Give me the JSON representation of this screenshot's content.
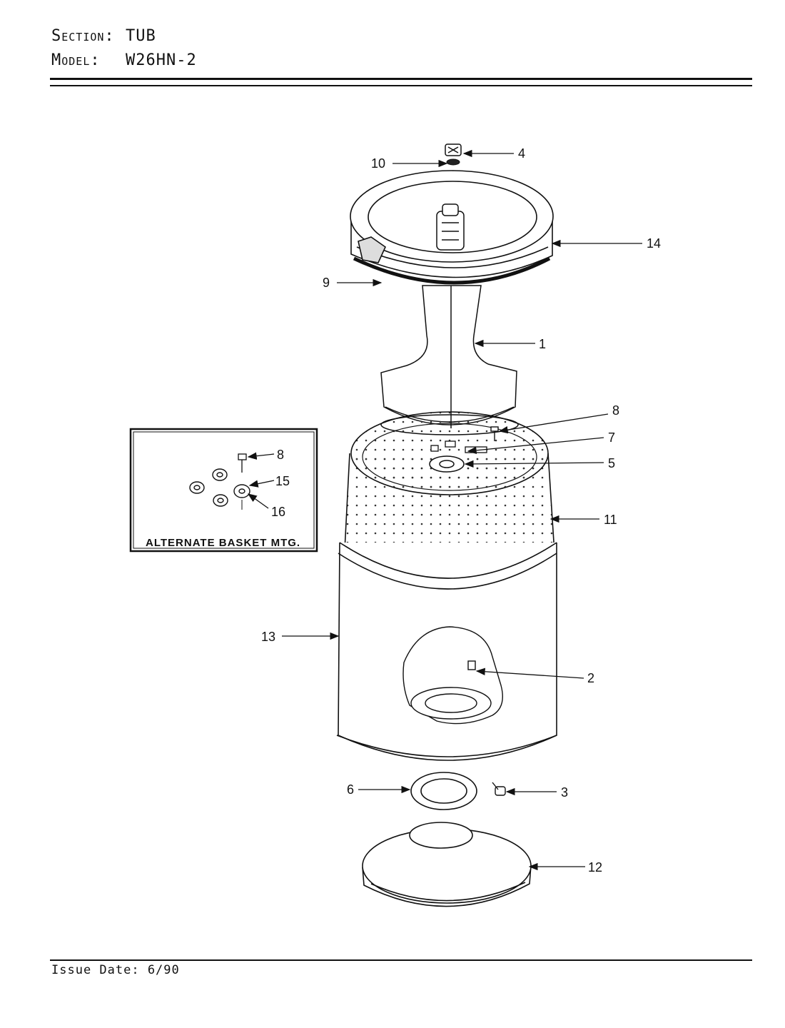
{
  "header": {
    "section_label": "Section:",
    "section_value": "TUB",
    "model_label": "Model:",
    "model_value": "W26HN-2"
  },
  "inset": {
    "title": "ALTERNATE BASKET MTG."
  },
  "callouts": {
    "c1": "1",
    "c2": "2",
    "c3": "3",
    "c4": "4",
    "c5": "5",
    "c6": "6",
    "c7": "7",
    "c8": "8",
    "c9": "9",
    "c10": "10",
    "c11": "11",
    "c12": "12",
    "c13": "13",
    "c14": "14",
    "inset_8": "8",
    "inset_15": "15",
    "inset_16": "16"
  },
  "footer": {
    "issue_date": "Issue Date: 6/90"
  }
}
